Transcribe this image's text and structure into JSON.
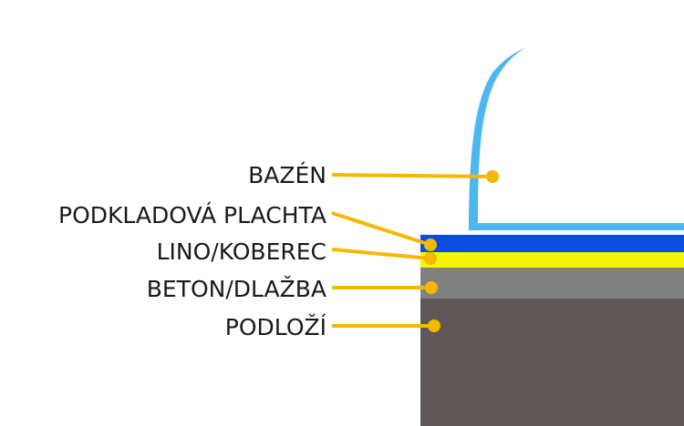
{
  "labels": {
    "bazen": "BAZÉN",
    "plachta": "PODKLADOVÁ PLACHTA",
    "lino": "LINO/KOBEREC",
    "beton": "BETON/DLAŽBA",
    "podlozi": "PODLOŽÍ"
  },
  "colors": {
    "pool_wall": "#4db8f0",
    "underlay_sheet": "#0a4be0",
    "lino_carpet": "#f5f500",
    "concrete": "#808080",
    "subsoil": "#5e5757",
    "leader": "#f5b800"
  }
}
